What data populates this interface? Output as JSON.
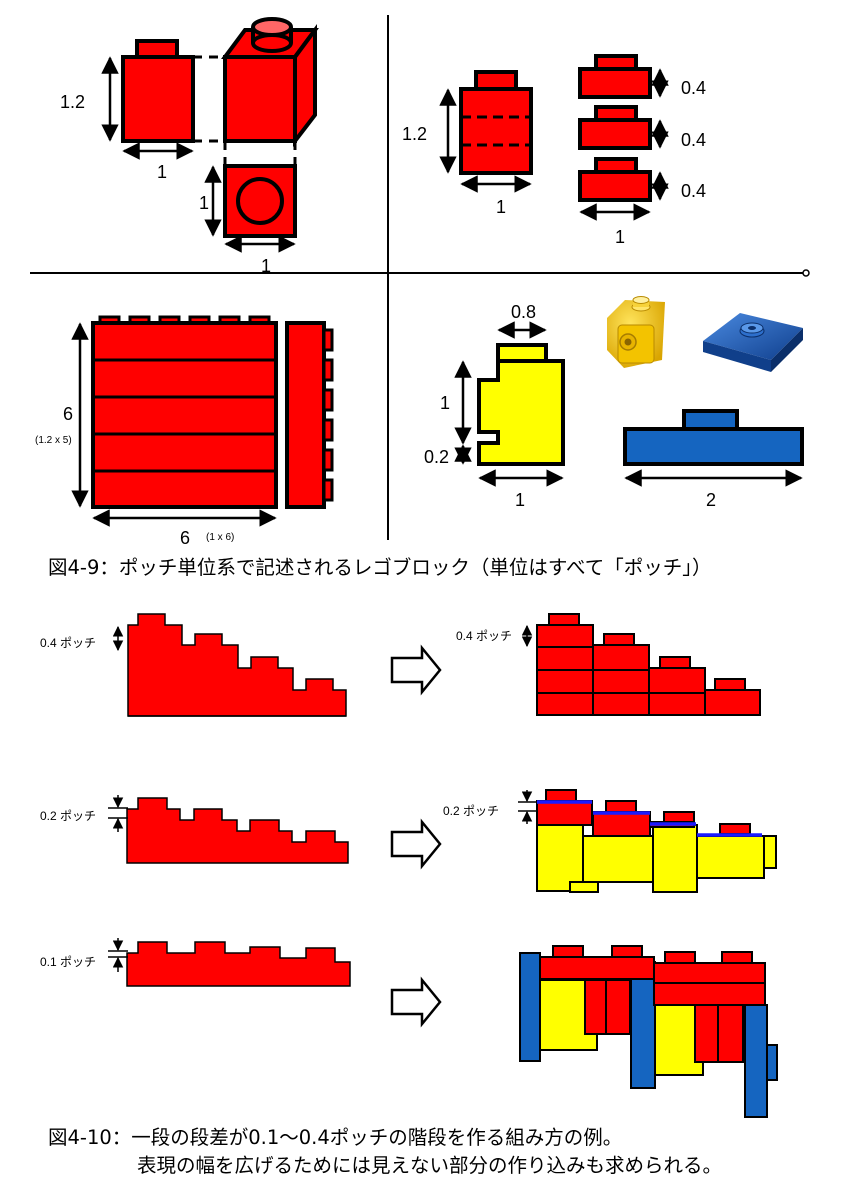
{
  "panel1": {
    "height_label": "1.2",
    "width_label": "1",
    "side_height_label": "1",
    "bottom_width_label": "1"
  },
  "panel2": {
    "height_label": "1.2",
    "width_label": "1",
    "plate_labels": [
      "0.4",
      "0.4",
      "0.4"
    ],
    "plate_width_label": "1"
  },
  "panel3": {
    "height_label": "6",
    "height_sub": "(1.2 x 5)",
    "width_label": "6",
    "width_sub": "(1 x 6)"
  },
  "panel4": {
    "top_label": "0.8",
    "height_label": "1",
    "small_label": "0.2",
    "width_label": "1",
    "plate_width_label": "2"
  },
  "caption1": "図4-9：ポッチ単位系で記述されるレゴブロック（単位はすべて「ポッチ」）",
  "stairs": {
    "row1_label": "0.4 ポッチ",
    "row1_label_right": "0.4 ポッチ",
    "row2_label": "0.2 ポッチ",
    "row2_label_right": "0.2 ポッチ",
    "row3_label": "0.1 ポッチ"
  },
  "caption2_line1": "図4-10：一段の段差が0.1～0.4ポッチの階段を作る組み方の例。",
  "caption2_line2": "表現の幅を広げるためには見えない部分の作り込みも求められる。",
  "colors": {
    "red": "#ff0000",
    "yellow": "#ffff00",
    "blue": "#1565c0",
    "lego_yellow": "#f5c400",
    "lego_blue": "#1f5fb8"
  },
  "icons": [
    "arrow-right-icon",
    "double-arrow-icon",
    "lego-1x1-bracket-photo",
    "lego-1x2-jumper-plate-photo"
  ]
}
